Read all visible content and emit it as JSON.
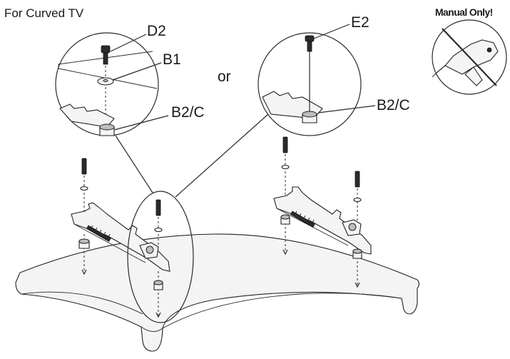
{
  "title": "For Curved TV",
  "or_label": "or",
  "manual_label": "Manual Only!",
  "labels": {
    "d2": "D2",
    "b1": "B1",
    "b2c_left": "B2/C",
    "e2": "E2",
    "b2c_right": "B2/C"
  },
  "icons": {
    "power_drill": "no-power-drill-icon"
  }
}
